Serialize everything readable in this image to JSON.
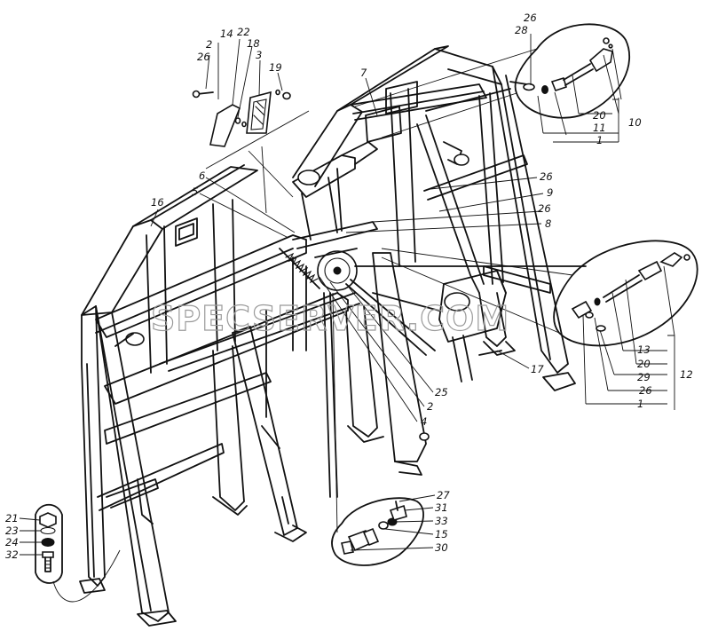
{
  "watermark": "SPECSERVER.COM",
  "callouts": {
    "c2a": "2",
    "c26a": "26",
    "c14": "14",
    "c22": "22",
    "c18": "18",
    "c3": "3",
    "c19": "19",
    "c7": "7",
    "c26b": "26",
    "c28": "28",
    "c20a": "20",
    "c11": "11",
    "c1a": "1",
    "c10": "10",
    "c6": "6",
    "c5": "5",
    "c16": "16",
    "c26c": "26",
    "c9": "9",
    "c26d": "26",
    "c8": "8",
    "c13": "13",
    "c20b": "20",
    "c29": "29",
    "c26e": "26",
    "c1b": "1",
    "c12": "12",
    "c17": "17",
    "c25": "25",
    "c2b": "2",
    "c4": "4",
    "c27": "27",
    "c31": "31",
    "c33": "33",
    "c15": "15",
    "c30": "30",
    "c21": "21",
    "c23": "23",
    "c24": "24",
    "c32": "32"
  }
}
